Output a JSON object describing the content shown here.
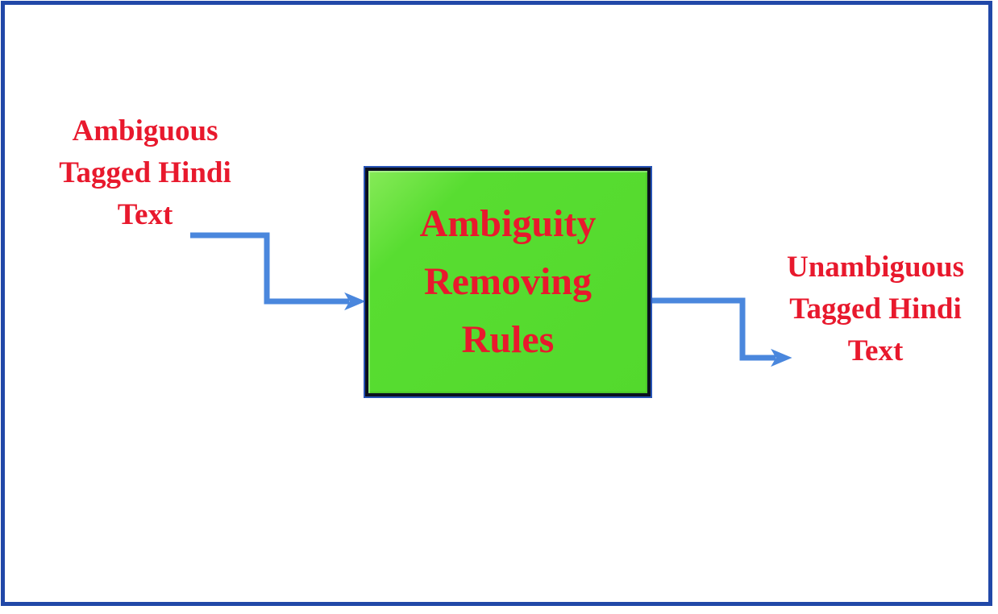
{
  "diagram": {
    "input_label": {
      "lines": [
        "Ambiguous",
        "Tagged Hindi",
        "Text"
      ]
    },
    "process_box": {
      "lines": [
        "Ambiguity",
        "Removing",
        "Rules"
      ]
    },
    "output_label": {
      "lines": [
        "Unambiguous",
        "Tagged Hindi",
        "Text"
      ]
    },
    "colors": {
      "background": "#ffffff",
      "frame_border": "#2148a8",
      "arrow": "#4a87dd",
      "label_text": "#e8192d",
      "box_fill": "#58dd31",
      "box_border": "#0a1020",
      "box_outline": "#2753b5"
    }
  }
}
